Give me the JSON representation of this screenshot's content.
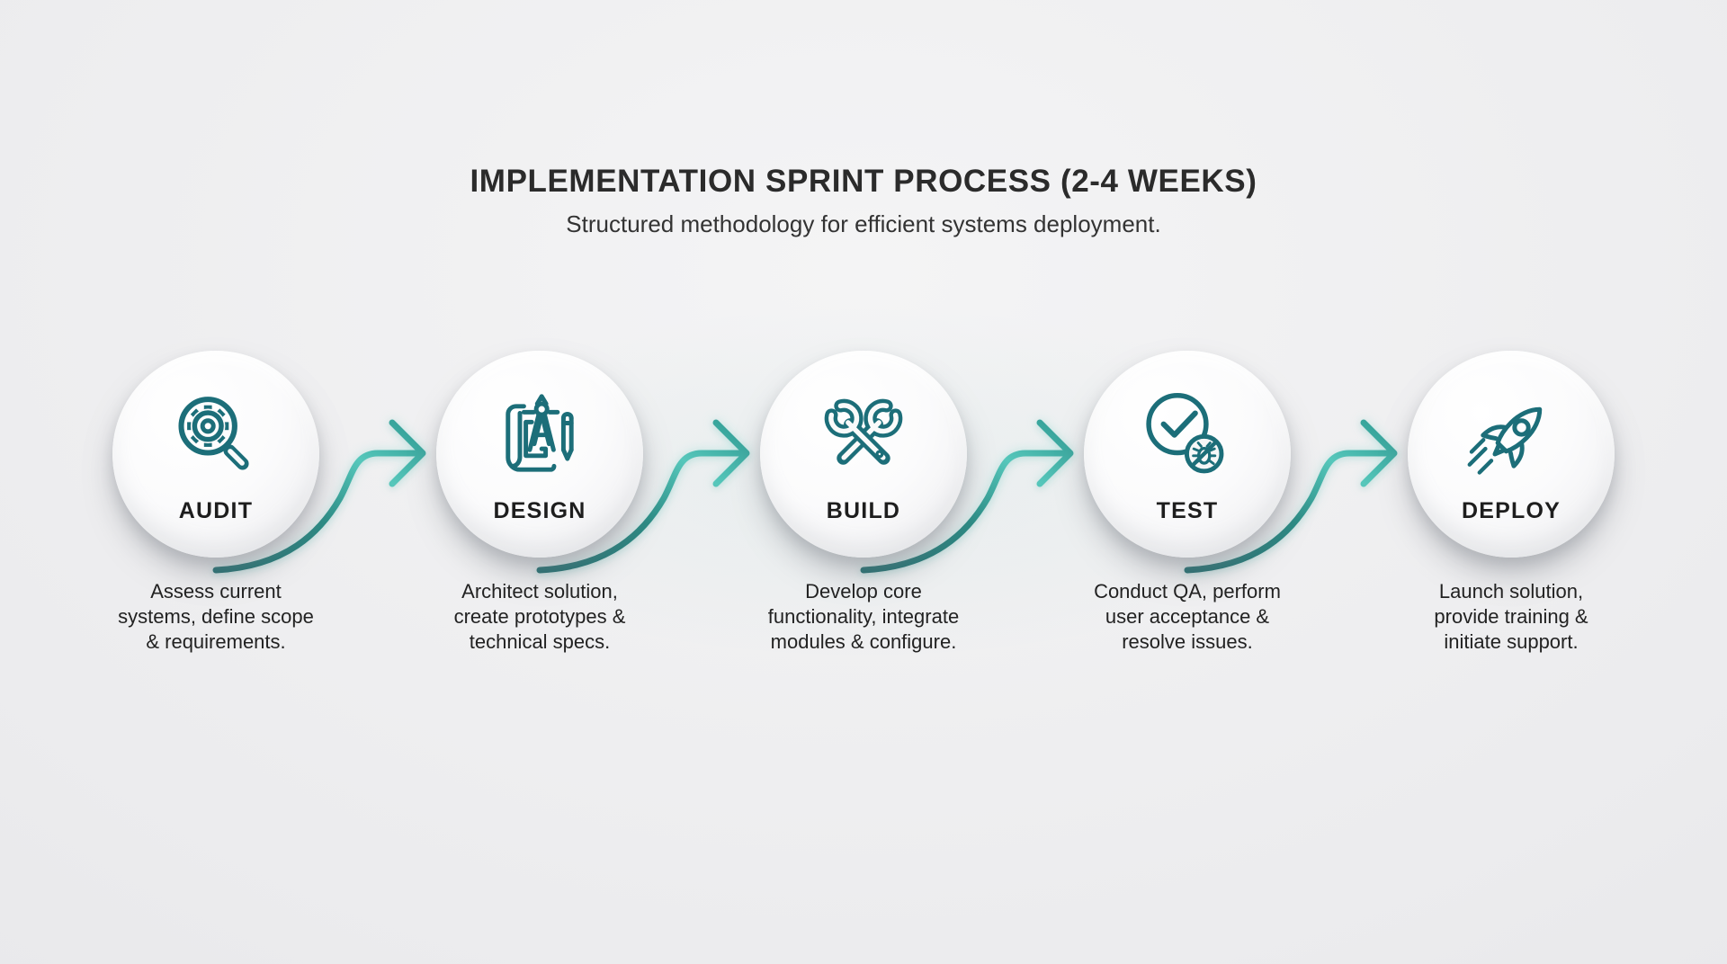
{
  "header": {
    "title": "IMPLEMENTATION SPRINT PROCESS (2-4 WEEKS)",
    "subtitle": "Structured methodology for efficient systems deployment."
  },
  "theme": {
    "icon_stroke": "#1c6e79",
    "arrow_dark": "#1f6e6f",
    "arrow_light": "#56c7bb",
    "arrow_mid": "#2f9a92",
    "background": "#ececee",
    "circle_fill": "#f9fafa",
    "text_dark": "#2b2b2b"
  },
  "steps": [
    {
      "label": "AUDIT",
      "icon": "magnifier-gear-icon",
      "description": "Assess current\nsystems, define scope\n& requirements."
    },
    {
      "label": "DESIGN",
      "icon": "blueprint-compass-icon",
      "description": "Architect solution,\ncreate prototypes &\ntechnical specs."
    },
    {
      "label": "BUILD",
      "icon": "crossed-wrenches-icon",
      "description": "Develop core\nfunctionality, integrate\nmodules & configure."
    },
    {
      "label": "TEST",
      "icon": "check-no-bug-icon",
      "description": "Conduct QA, perform\nuser acceptance &\nresolve issues."
    },
    {
      "label": "DEPLOY",
      "icon": "rocket-icon",
      "description": "Launch solution,\nprovide training &\ninitiate support."
    }
  ]
}
